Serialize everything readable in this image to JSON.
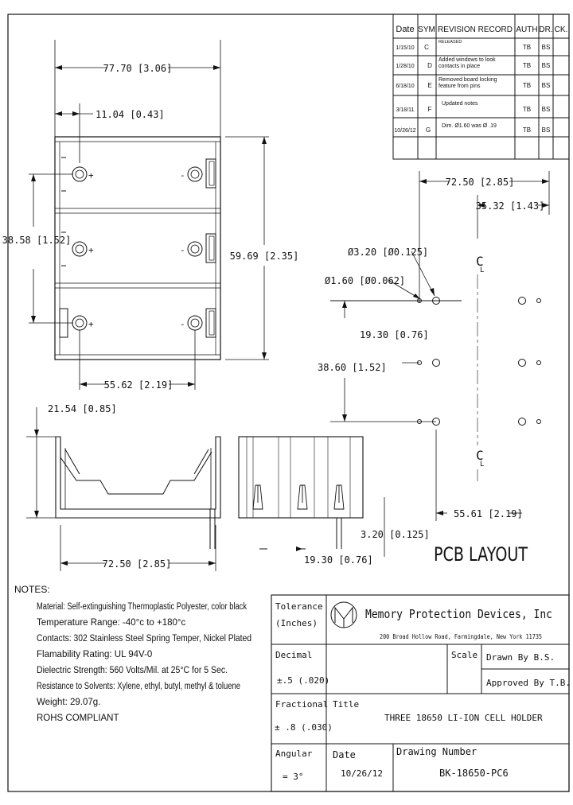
{
  "revision_table": {
    "headers": [
      "Date",
      "SYM",
      "REVISION RECORD",
      "AUTH",
      "DR.",
      "CK."
    ],
    "rows": [
      {
        "date": "1/15/10",
        "sym": "C",
        "record": "RELEASED",
        "auth": "TB",
        "dr": "BS"
      },
      {
        "date": "1/28/10",
        "sym": "D",
        "record": "Added windows to look contacts in place",
        "auth": "TB",
        "dr": "BS"
      },
      {
        "date": "6/18/10",
        "sym": "E",
        "record": "Removed board locking feature from pins",
        "auth": "TB",
        "dr": "BS"
      },
      {
        "date": "3/18/11",
        "sym": "F",
        "record": "Updated notes",
        "auth": "TB",
        "dr": "BS"
      },
      {
        "date": "10/26/12",
        "sym": "G",
        "record": "Dim. Ø1.60 was Ø .19",
        "auth": "TB",
        "dr": "BS"
      }
    ]
  },
  "top_view": {
    "width": "77.70 [3.06]",
    "hole_offset": "11.04 [0.43]",
    "pitch": "38.58 [1.52]",
    "height": "59.69 [2.35]",
    "terminal_spacing": "55.62 [2.19]",
    "plus": "+",
    "minus": "-"
  },
  "side_views": {
    "height": "21.54 [0.85]",
    "width": "72.50 [2.85]",
    "pin_offset": "19.30 [0.76]"
  },
  "pcb_layout": {
    "title": "PCB LAYOUT",
    "width": "72.50 [2.85]",
    "half_width": "35.32 [1.43]",
    "large_hole": "Ø3.20 [Ø0.125]",
    "small_hole": "Ø1.60 [Ø0.062]",
    "row_offset": "19.30 [0.76]",
    "row_pitch": "38.60 [1.52]",
    "col_spacing": "55.61 [2.19]",
    "edge_offset": "3.20 [0.125]",
    "centerline_top": "C",
    "centerline_top_sub": "L",
    "centerline_bottom": "C",
    "centerline_bottom_sub": "L"
  },
  "notes": {
    "heading": "NOTES:",
    "items": [
      "Material: Self-extinguishing Thermoplastic Polyester, color black",
      "Temperature Range: -40°c to +180°c",
      "Contacts: 302 Stainless Steel Spring Temper, Nickel Plated",
      "Flamability Rating: UL 94V-0",
      "Dielectric Strength: 560 Volts/Mil. at 25°C for 5 Sec.",
      "Resistance to Solvents: Xylene, ethyl, butyl, methyl & toluene",
      "Weight: 29.07g.",
      "ROHS COMPLIANT"
    ]
  },
  "title_block": {
    "tolerance_label": "Tolerance",
    "tolerance_units": "(Inches)",
    "company": "Memory Protection Devices, Inc",
    "address": "200 Broad Hollow Road, Farmingdale, New York 11735",
    "decimal_label": "Decimal",
    "decimal_value": "±.5 (.020)",
    "scale_label": "Scale",
    "drawn_by": "Drawn By  B.S.",
    "approved_by": "Approved By  T.B.",
    "fractional_label": "Fractional",
    "fractional_value": "± .8 (.030)",
    "title_label": "Title",
    "title_value": "THREE 18650 LI-ION CELL HOLDER",
    "angular_label": "Angular",
    "angular_value": "= 3°",
    "date_label": "Date",
    "date_value": "10/26/12",
    "drawing_number_label": "Drawing Number",
    "drawing_number_value": "BK-18650-PC6",
    "logo": "MPD"
  }
}
